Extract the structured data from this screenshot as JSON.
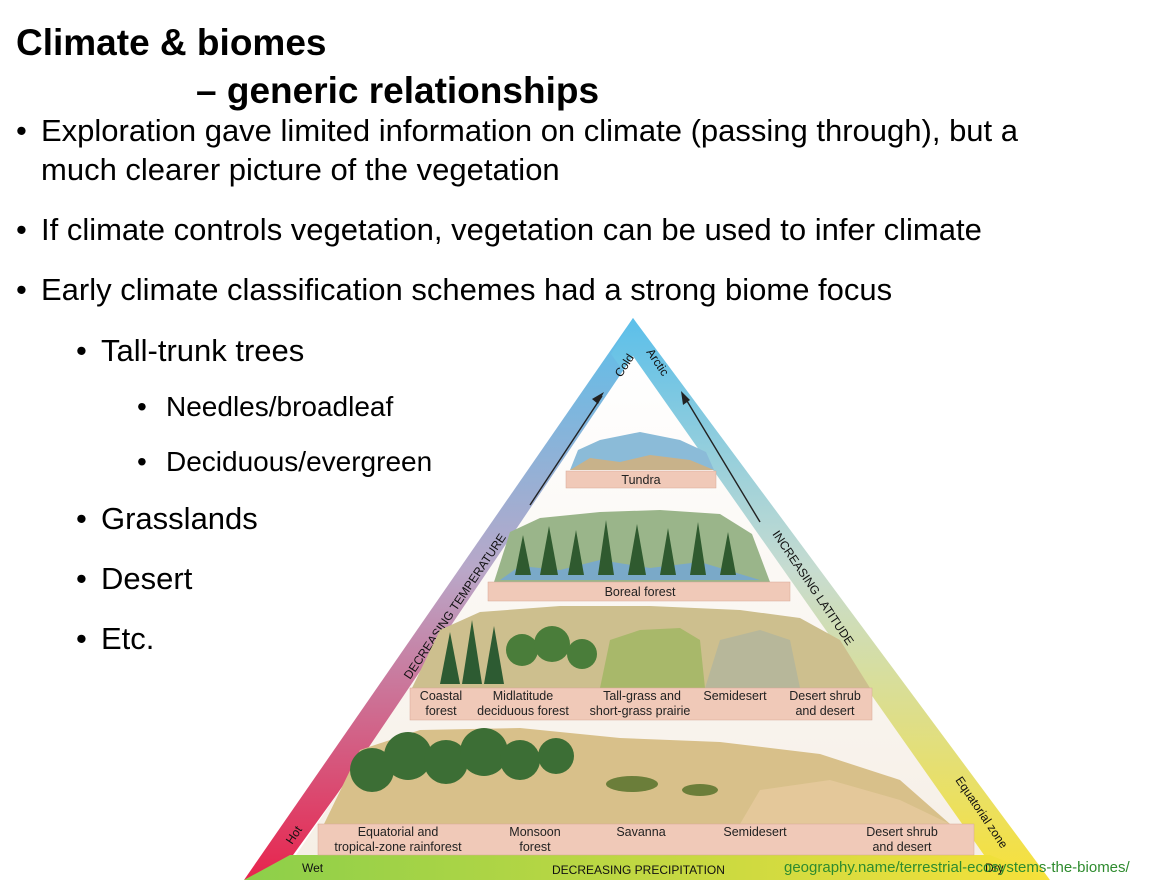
{
  "slide": {
    "title_line1": "Climate & biomes",
    "title_line2": "– generic relationships",
    "bullets": [
      "Exploration gave limited information on climate (passing through), but a",
      "much clearer picture of the vegetation",
      "If climate controls vegetation, vegetation can be used to infer climate",
      "Early climate classification schemes had a strong biome focus"
    ],
    "sub_bullets": [
      "Tall-trunk trees",
      "Grasslands",
      "Desert",
      "Etc."
    ],
    "sub_sub_bullets": [
      "Needles/broadleaf",
      "Deciduous/evergreen"
    ],
    "bullet_glyph": "•"
  },
  "diagram": {
    "corner_top_left": "Cold",
    "corner_top_right": "Arctic",
    "left_axis": "DECREASING TEMPERATURE",
    "right_axis": "INCREASING LATITUDE",
    "bottom_axis": "DECREASING PRECIPITATION",
    "corner_bottom_left_side": "Hot",
    "corner_bottom_left_base": "Wet",
    "corner_bottom_right_side": "Equatorial zone",
    "corner_bottom_right_base": "Dry",
    "tiers": {
      "tundra": "Tundra",
      "boreal": "Boreal forest",
      "mid": [
        [
          "Coastal",
          "forest"
        ],
        [
          "Midlatitude",
          "deciduous forest"
        ],
        [
          "Tall-grass and",
          "short-grass prairie"
        ],
        [
          "Semidesert",
          ""
        ],
        [
          "Desert shrub",
          "and desert"
        ]
      ],
      "bottom": [
        [
          "Equatorial and",
          "tropical-zone rainforest"
        ],
        [
          "Monsoon",
          "forest"
        ],
        [
          "Savanna",
          ""
        ],
        [
          "Semidesert",
          ""
        ],
        [
          "Desert shrub",
          "and desert"
        ]
      ]
    },
    "colors": {
      "cold": "#5bbfea",
      "hot": "#e8244d",
      "dry": "#f7e13a",
      "wet": "#8ccf4a",
      "label_band": "#f0c9b8"
    }
  },
  "source_link": "geography.name/terrestrial-ecosystems-the-biomes/"
}
